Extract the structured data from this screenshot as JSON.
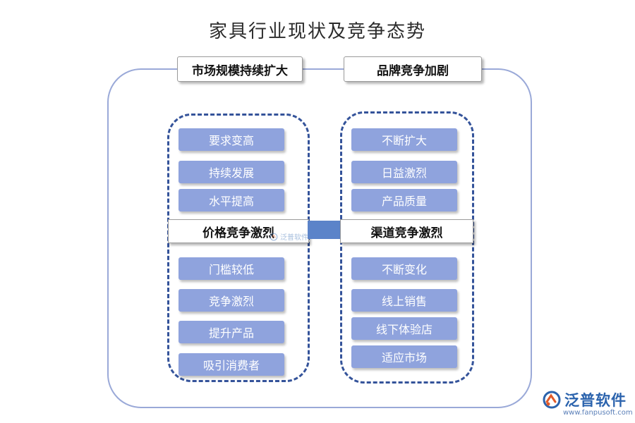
{
  "title": "家具行业现状及竞争态势",
  "top_labels": {
    "left": "市场规模持续扩大",
    "right": "品牌竞争加剧"
  },
  "left_group": {
    "heading": "价格竞争激烈",
    "items_top": [
      "要求变高",
      "持续发展",
      "水平提高"
    ],
    "items_bottom": [
      "门槛较低",
      "竞争激烈",
      "提升产品",
      "吸引消费者"
    ]
  },
  "right_group": {
    "heading": "渠道竞争激烈",
    "items_top": [
      "不断扩大",
      "日益激烈",
      "产品质量"
    ],
    "items_bottom": [
      "不断变化",
      "线上销售",
      "线下体验店",
      "适应市场"
    ]
  },
  "watermark": "泛普软件",
  "brand": {
    "name": "泛普软件",
    "url": "www.fanpusoft.com"
  },
  "colors": {
    "item_fill": "#8fa3dd",
    "dashed_border": "#34539a",
    "frame_border": "#9aa9d8",
    "connector": "#5b83c9",
    "brand": "#2b63ad"
  }
}
